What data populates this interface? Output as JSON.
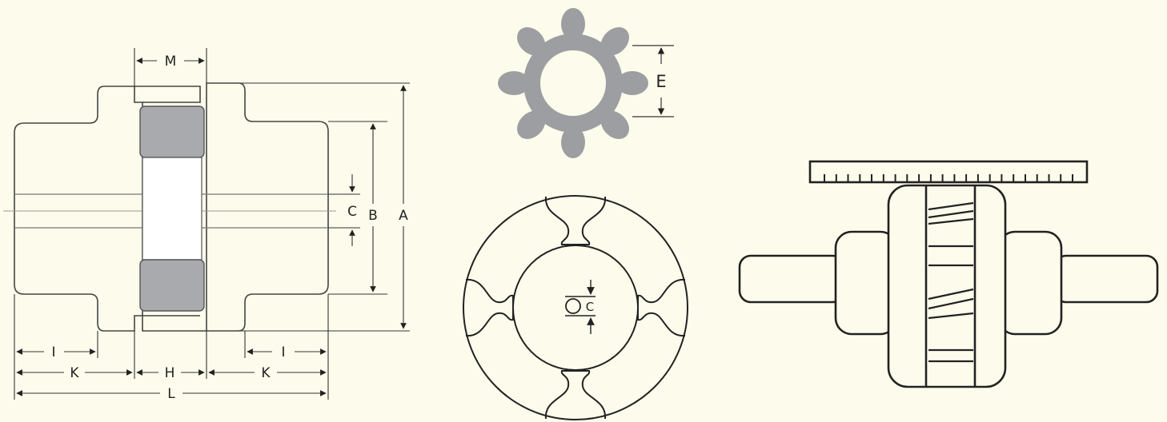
{
  "colors": {
    "background": "#fdfcec",
    "line": "#333333",
    "spider_fill": "#9d9ea1",
    "insert_fill": "#a9aaad"
  },
  "side_view": {
    "dimensions": {
      "M": "M",
      "C": "C",
      "B": "B",
      "A": "A",
      "I_left": "I",
      "I_right": "I",
      "K_left": "K",
      "H": "H",
      "K_right": "K",
      "L": "L"
    }
  },
  "spider_view": {
    "dimension_label": "E"
  },
  "end_view": {
    "dimension_label": "C"
  },
  "alignment_view": {
    "ruler_ticks": 22
  }
}
